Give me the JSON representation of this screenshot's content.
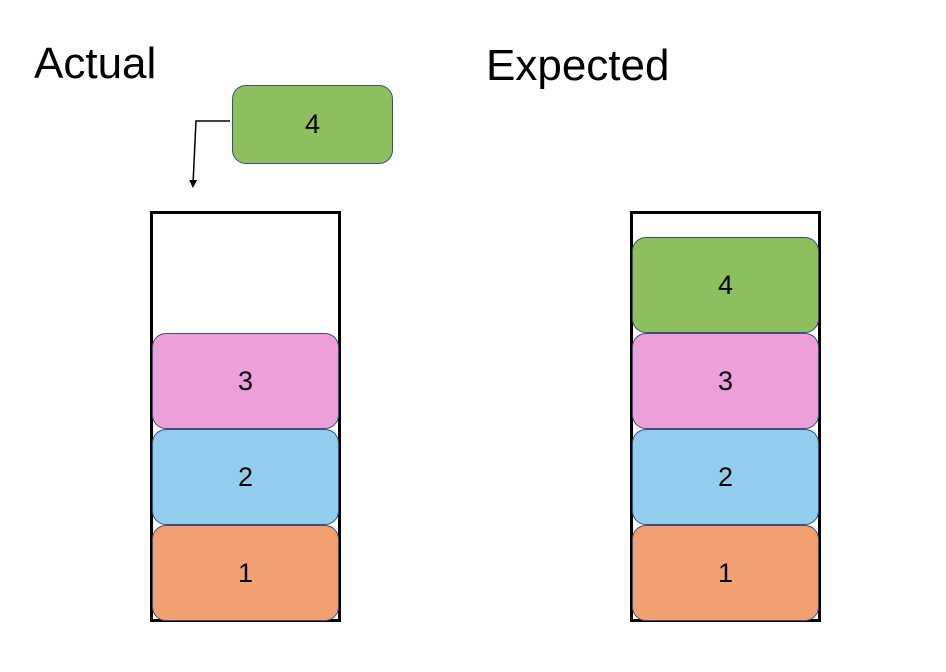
{
  "headings": {
    "actual": "Actual",
    "expected": "Expected"
  },
  "incoming_block": {
    "label": "4",
    "color": "#8dbf5f"
  },
  "actual_stack": [
    {
      "label": "1",
      "color": "#f2a072"
    },
    {
      "label": "2",
      "color": "#92cdee"
    },
    {
      "label": "3",
      "color": "#ed9fd9"
    }
  ],
  "expected_stack": [
    {
      "label": "1",
      "color": "#f2a072"
    },
    {
      "label": "2",
      "color": "#92cdee"
    },
    {
      "label": "3",
      "color": "#ed9fd9"
    },
    {
      "label": "4",
      "color": "#8dbf5f"
    }
  ]
}
